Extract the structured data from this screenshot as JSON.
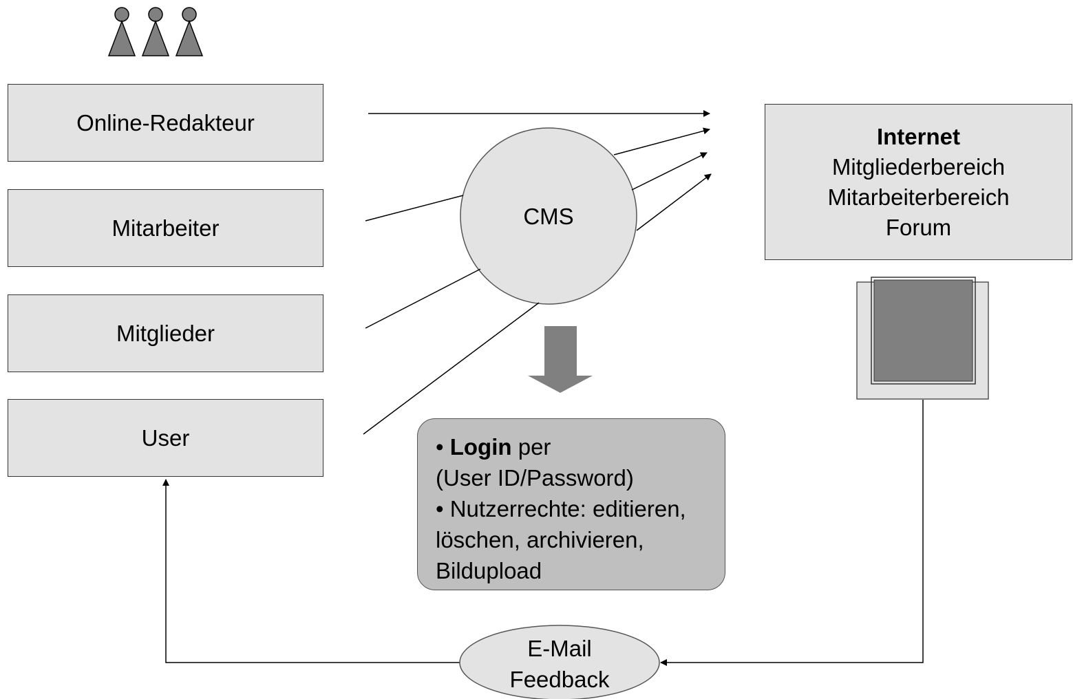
{
  "roles": [
    "Online-Redakteur",
    "Mitarbeiter",
    "Mitglieder",
    "User"
  ],
  "cms": {
    "label": "CMS"
  },
  "internet": {
    "title": "Internet",
    "lines": [
      "Mitgliederbereich",
      "Mitarbeiterbereich",
      "Forum"
    ]
  },
  "info": {
    "line1_bullet": "•",
    "line1_bold": "Login",
    "line1_rest": "per",
    "line2": "(User ID/Password)",
    "line3": "• Nutzerrechte: editieren,",
    "line4": "löschen, archivieren,",
    "line5": "Bildupload"
  },
  "email": {
    "line1": "E-Mail",
    "line2": "Feedback"
  },
  "icons": [
    "people-icon",
    "monitor-icon",
    "down-arrow-icon"
  ],
  "colors": {
    "box_fill": "#e3e3e3",
    "info_fill": "#bfbfbf",
    "figure_fill": "#808080",
    "arrow_fill": "#808080"
  }
}
